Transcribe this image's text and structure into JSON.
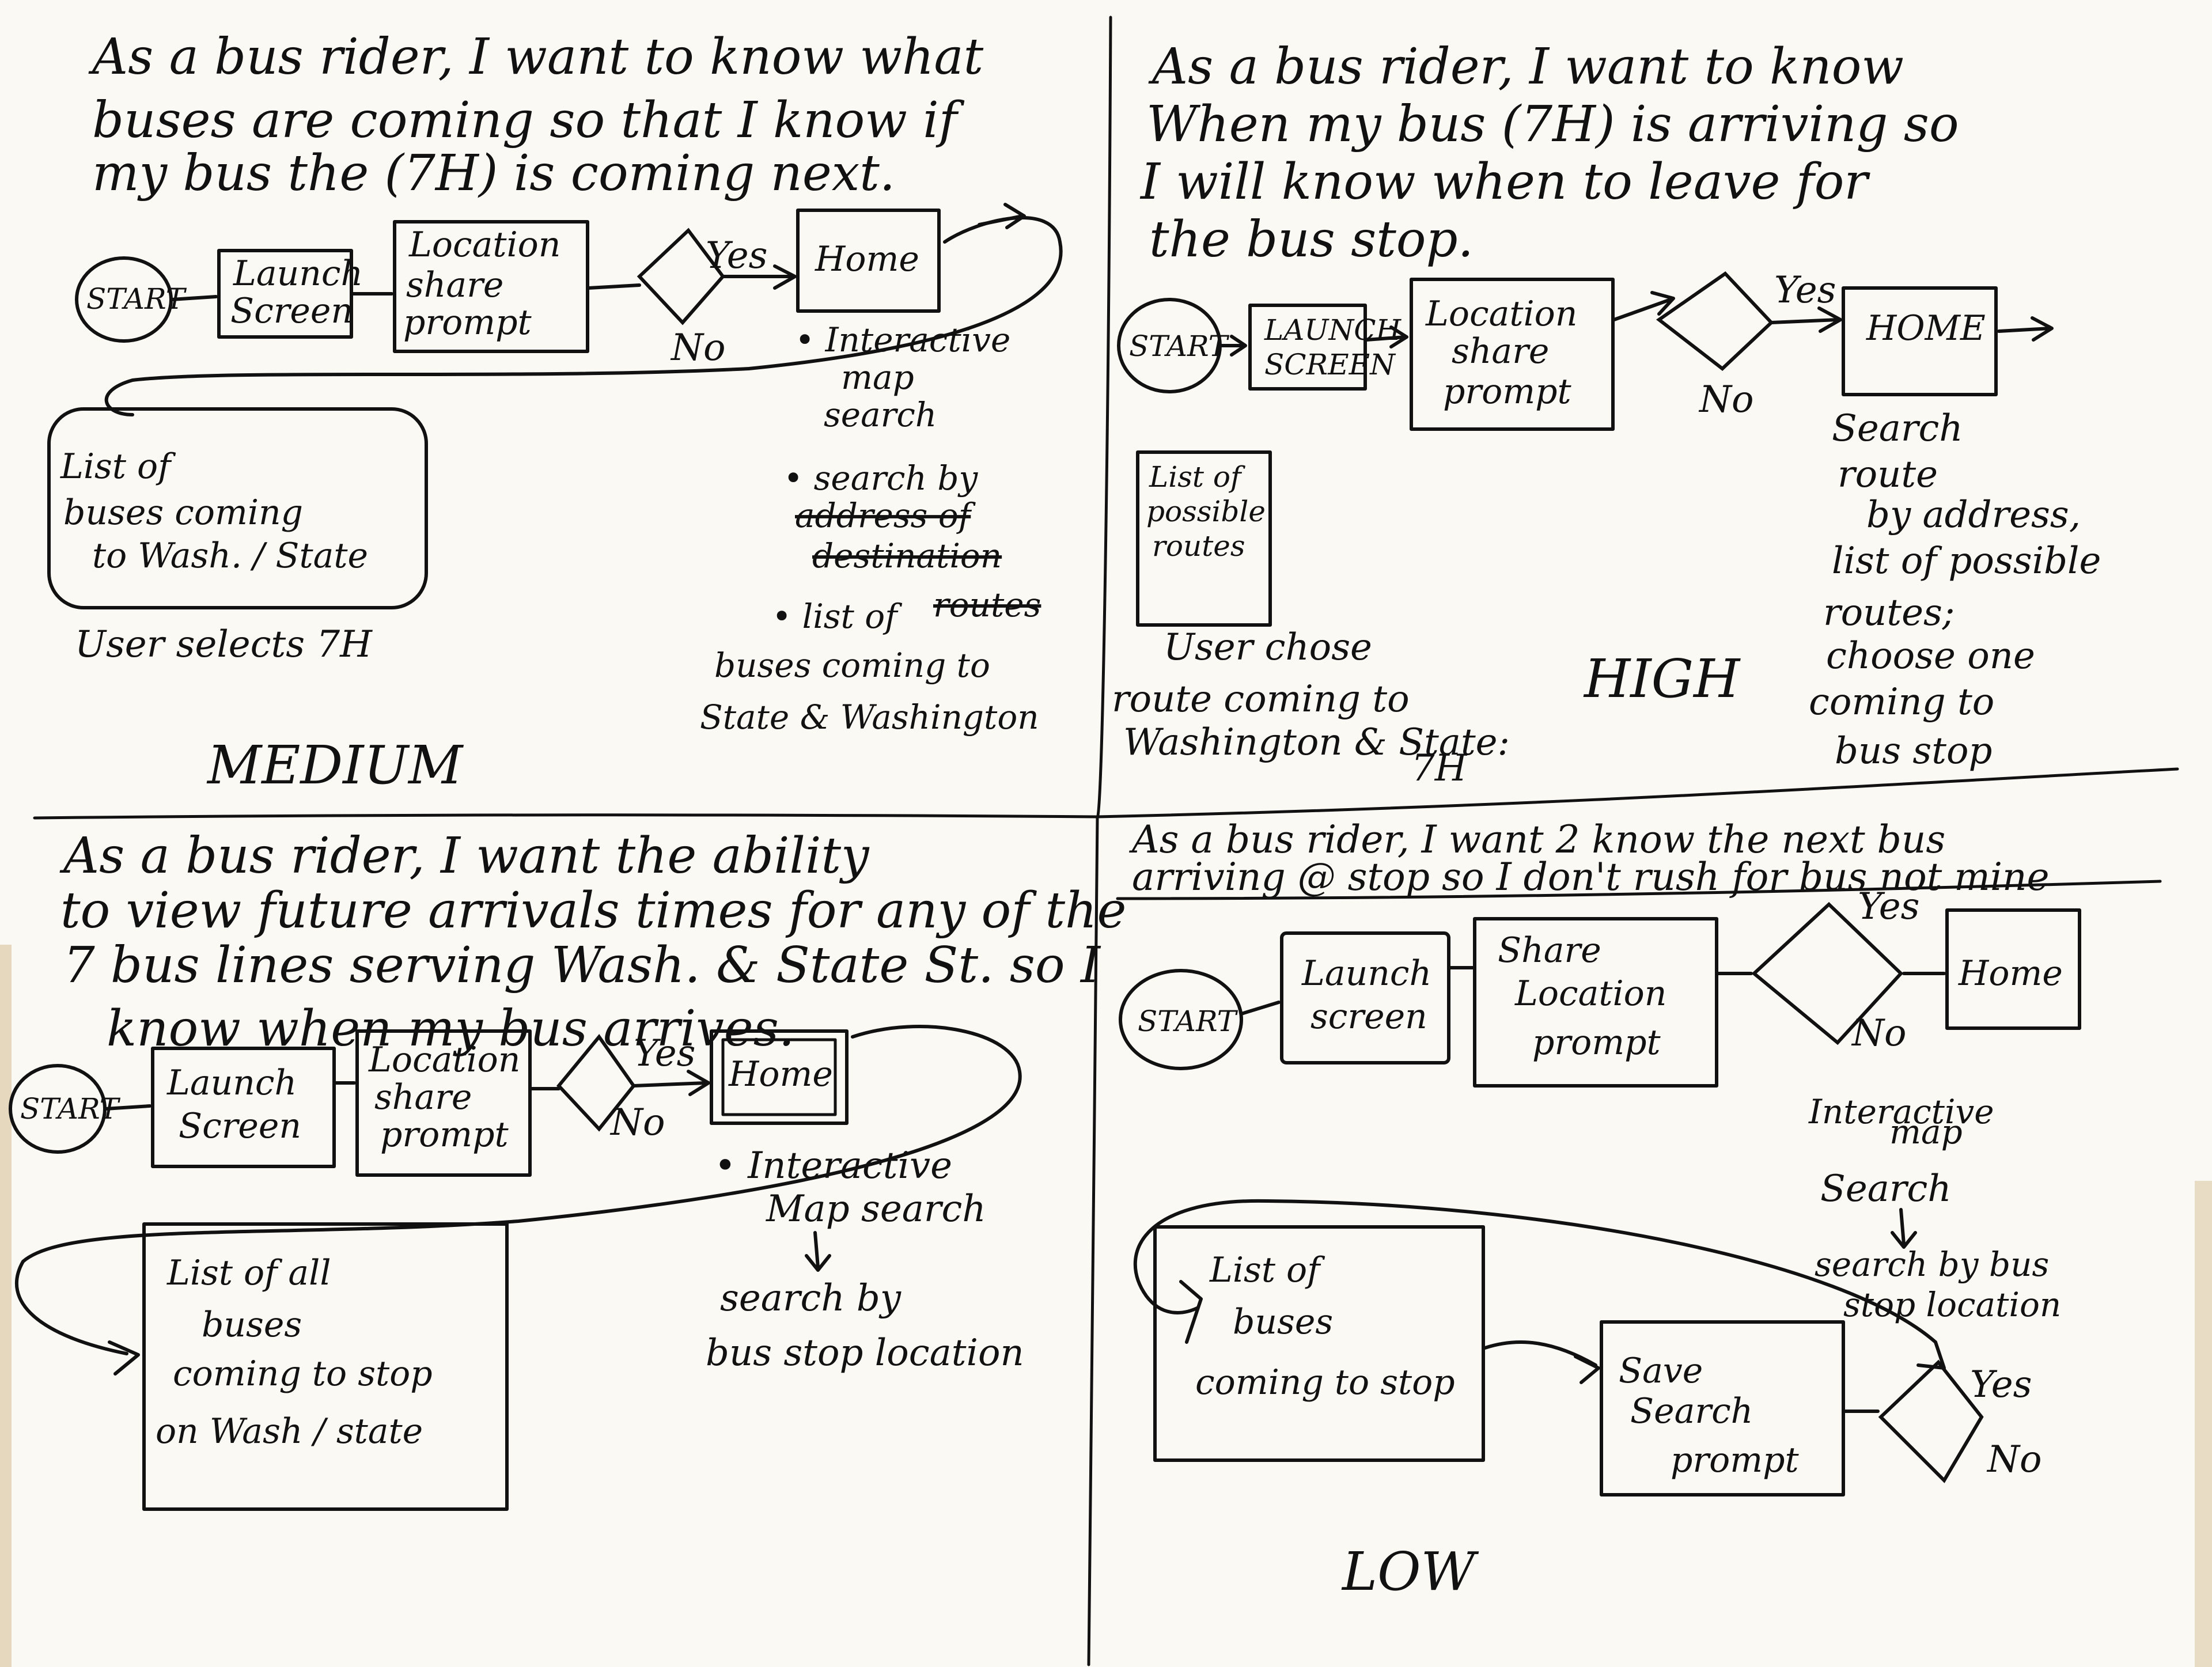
{
  "paper": {
    "background": "#faf9f4",
    "ink": "#111111"
  },
  "q1": {
    "story": [
      "As a bus rider, I want to know what",
      "buses are coming so that I know if",
      "my bus the (7H) is coming next."
    ],
    "start": "START",
    "launch": [
      "Launch",
      "Screen"
    ],
    "share": [
      "Location",
      "share",
      "prompt"
    ],
    "yes": "Yes",
    "no": "No",
    "home": "Home",
    "home_notes": [
      "• Interactive",
      "map",
      "search",
      "• search by",
      "address of",
      "destination",
      "• list of",
      "routes",
      "buses coming to",
      "State & Washington"
    ],
    "list": [
      "List of",
      "buses coming",
      "to Wash. / State"
    ],
    "select": "User selects 7H",
    "priority": "MEDIUM"
  },
  "q2": {
    "story": [
      "As a bus rider, I want to know",
      "When my bus (7H) is arriving so",
      "I will know when to leave for",
      "the bus stop."
    ],
    "start": "START",
    "launch": [
      "LAUNCH",
      "SCREEN"
    ],
    "share": [
      "Location",
      "share",
      "prompt"
    ],
    "yes": "Yes",
    "no": "No",
    "home": "HOME",
    "home_notes": [
      "Search",
      "route",
      "by address,",
      "list of possible",
      "routes;",
      "choose one",
      "coming to",
      "bus stop"
    ],
    "list": [
      "List of",
      "possible",
      "routes"
    ],
    "select": [
      "User chose",
      "route coming to",
      "Washington & State:",
      "7H"
    ],
    "priority": "HIGH"
  },
  "q3": {
    "story": [
      "As a bus rider, I want the ability",
      "to view future arrivals times for any of the",
      "7 bus lines serving Wash. & State St. so I",
      "know when my bus arrives."
    ],
    "start": "START",
    "launch": [
      "Launch",
      "Screen"
    ],
    "share": [
      "Location",
      "share",
      "prompt"
    ],
    "yes": "Yes",
    "no": "No",
    "home": "Home",
    "home_notes": [
      "• Interactive",
      "Map search",
      "search by",
      "bus stop location"
    ],
    "list": [
      "List of all",
      "buses",
      "coming to stop",
      "on Wash / state"
    ]
  },
  "q4": {
    "story": [
      "As a bus rider, I want 2 know the next bus",
      "arriving @ stop so I don't rush for bus not mine"
    ],
    "start": "START",
    "launch": [
      "Launch",
      "screen"
    ],
    "share": [
      "Share",
      "Location",
      "prompt"
    ],
    "yes": "Yes",
    "no": "No",
    "home": "Home",
    "home_notes": [
      "Interactive",
      "map",
      "Search",
      "search by bus",
      "stop location"
    ],
    "list": [
      "List of",
      "buses",
      "coming to stop"
    ],
    "save": [
      "Save",
      "Search",
      "prompt"
    ],
    "yes2": "Yes",
    "no2": "No",
    "priority": "LOW"
  }
}
